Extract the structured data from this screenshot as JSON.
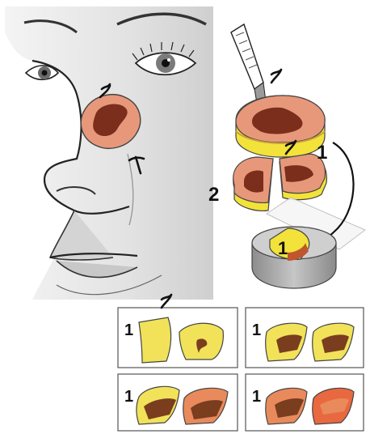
{
  "labels": {
    "specimen_one": "1",
    "specimen_two": "2",
    "block_label": "1",
    "panel_a": "1",
    "panel_b": "1",
    "panel_c": "1",
    "panel_d": "1"
  },
  "colors": {
    "skin": "#e6e6e6",
    "skin_shadow": "#bdbdbd",
    "tumor_rim": "#e8987a",
    "tumor_core": "#7a2e1b",
    "specimen_base": "#f2e23a",
    "block": "#a9a9a9",
    "section_yellow": "#f1e25a",
    "section_brown": "#7a3d1e",
    "section_orange": "#e98a5c"
  },
  "icons": [
    "suture-mark-icon",
    "scalpel-icon",
    "curved-arrow-icon"
  ]
}
